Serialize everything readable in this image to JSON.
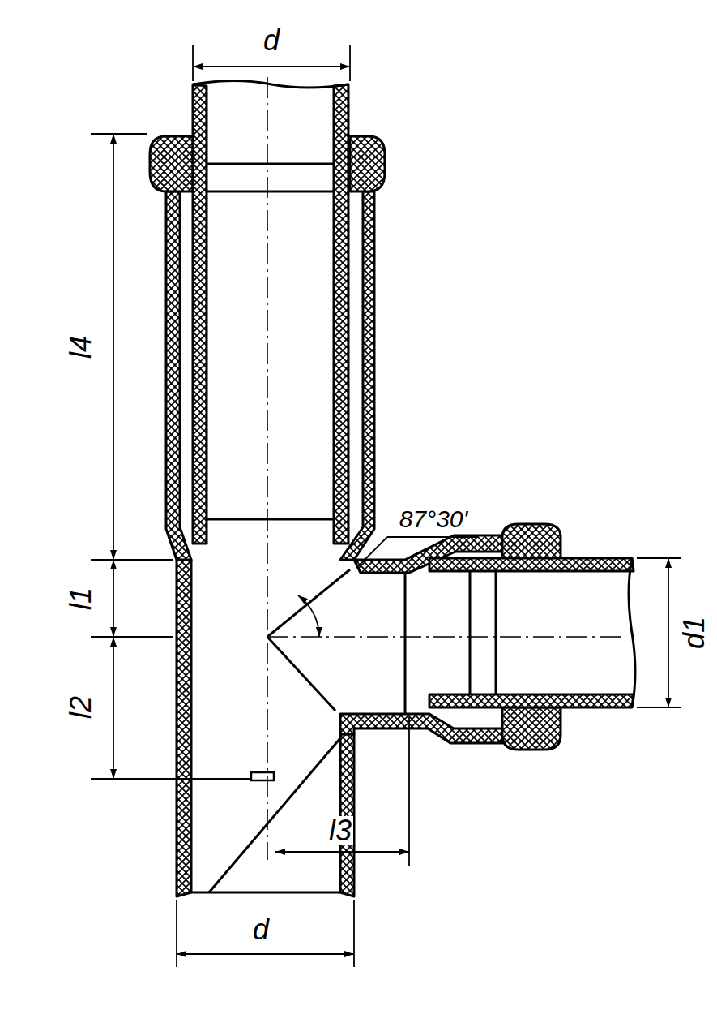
{
  "diagram": {
    "labels": [
      "d",
      "l4",
      "87°30'",
      "l1",
      "d1",
      "l2",
      "l3",
      "d"
    ]
  }
}
